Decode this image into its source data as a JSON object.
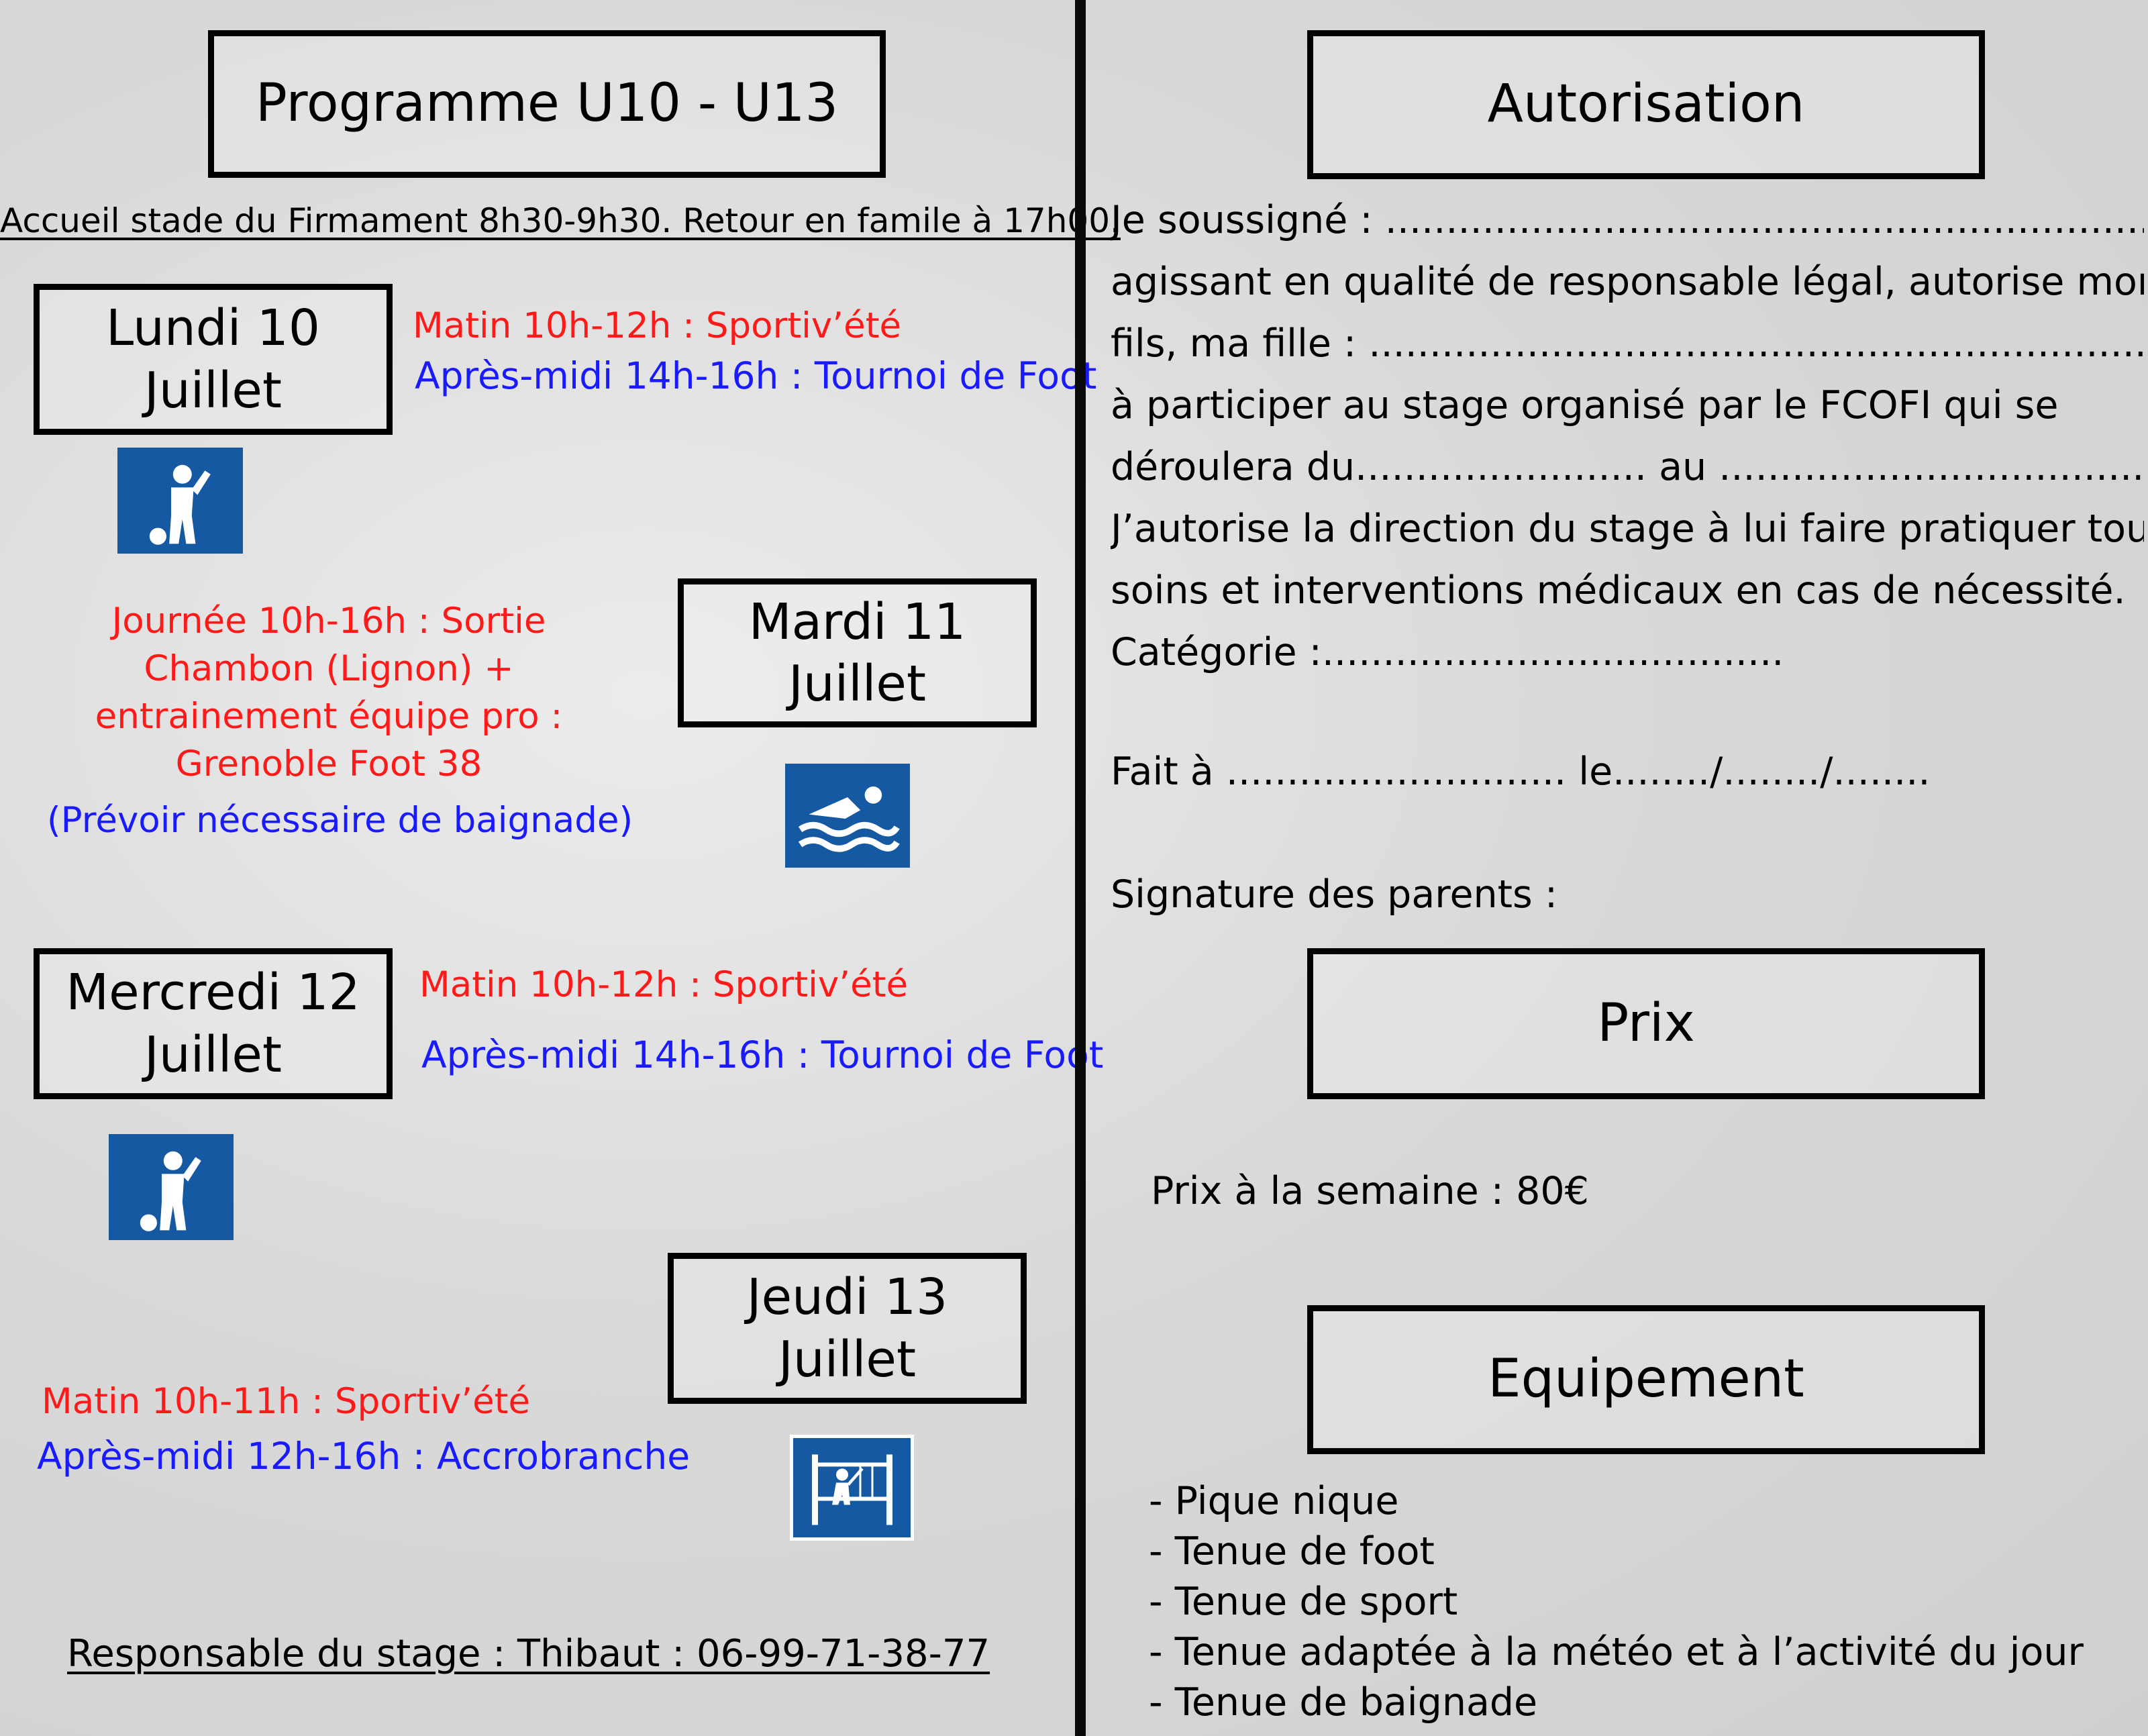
{
  "left": {
    "title": "Programme U10 - U13",
    "welcome": "Accueil stade du Firmament 8h30-9h30. Retour en famile à 17h00.",
    "days": [
      {
        "day": "Lundi 10",
        "month": "Juillet",
        "line1": "Matin 10h-12h : Sportiv’été",
        "line2": "Après-midi 14h-16h : Tournoi de Foot",
        "icon": "ball-player-icon"
      },
      {
        "day": "Mardi 11",
        "month": "Juillet",
        "lines": [
          "Journée 10h-16h : Sortie",
          "Chambon (Lignon) +",
          "entrainement équipe pro :",
          "Grenoble Foot 38"
        ],
        "note": "(Prévoir nécessaire de baignade)",
        "icon": "swimming-icon"
      },
      {
        "day": "Mercredi 12",
        "month": "Juillet",
        "line1": "Matin 10h-12h : Sportiv’été",
        "line2": "Après-midi 14h-16h : Tournoi de Foot",
        "icon": "ball-player-icon"
      },
      {
        "day": "Jeudi 13",
        "month": "Juillet",
        "line1": "Matin 10h-11h : Sportiv’été",
        "line2": "Après-midi 12h-16h : Accrobranche",
        "icon": "treetop-adventure-icon"
      }
    ],
    "responsible": "Responsable du stage : Thibaut : 06-99-71-38-77"
  },
  "right": {
    "title": "Autorisation",
    "form_lines": [
      "Je soussigné : ........................................................................................",
      "agissant en qualité de responsable légal, autorise mon",
      "fils, ma fille  : .........................................................................................",
      "à participer au stage organisé par le FCOFI qui se",
      "déroulera du........................ au .......................................",
      "J’autorise la direction du stage à lui faire pratiquer tous",
      "soins et interventions médicaux en cas de nécessité.",
      "Catégorie :......................................"
    ],
    "fait": "Fait à ............................ le......../......../........",
    "signature": "Signature des parents :",
    "price_title": "Prix",
    "price_text": "Prix à la semaine : 80€",
    "equipment_title": "Equipement",
    "equipment": [
      "- Pique nique",
      "- Tenue de foot",
      "- Tenue de sport",
      "- Tenue adaptée à la météo et à l’activité du jour",
      "- Tenue de baignade"
    ]
  },
  "colors": {
    "red": "#ff1a1a",
    "blue": "#1a1aff",
    "icon_bg": "#1559a3"
  }
}
